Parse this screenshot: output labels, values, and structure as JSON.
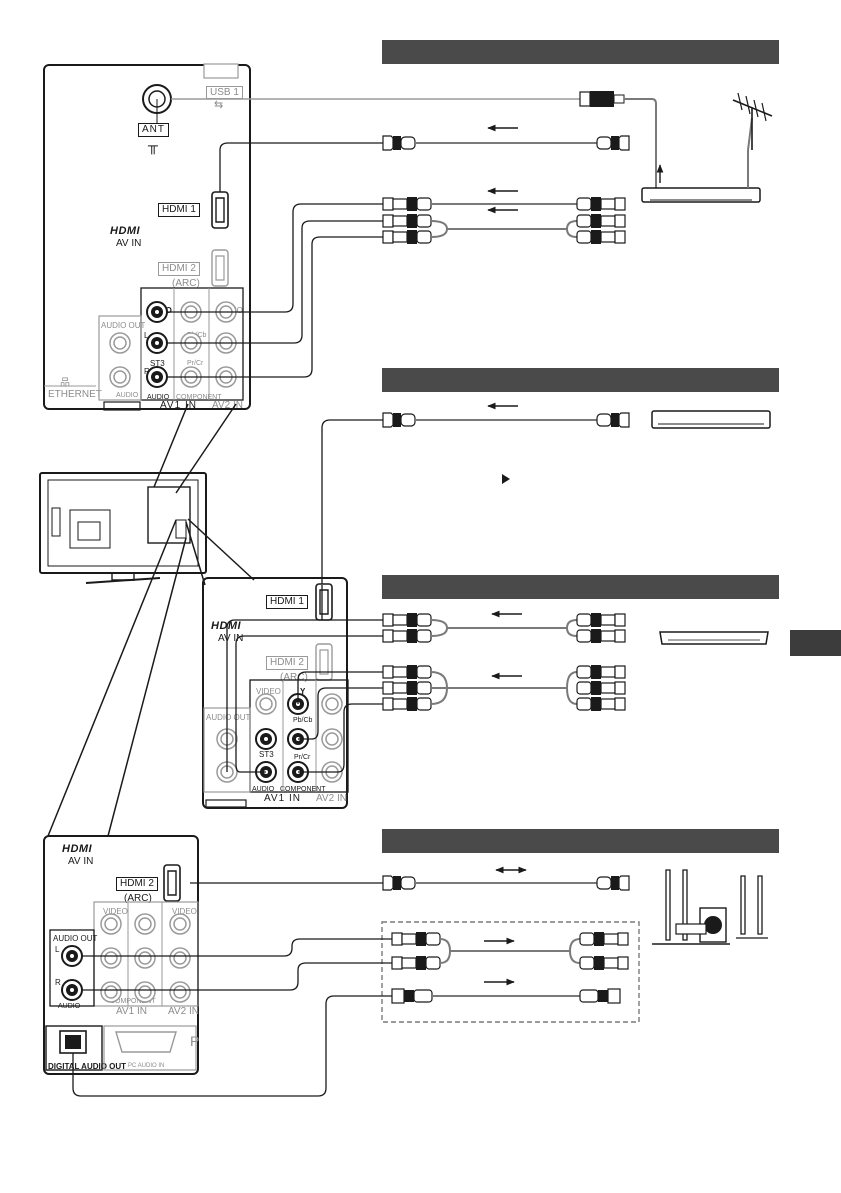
{
  "labels": {
    "usb": "USB 1",
    "ant": "ANT",
    "hdmi1": "HDMI 1",
    "hdmi2": "HDMI 2",
    "arc": "(ARC)",
    "hdmi_logo": "HDMI",
    "av_in": "AV IN",
    "video": "VIDEO",
    "y": "Y",
    "pb_cb": "Pb/Cb",
    "pr_cr": "Pr/Cr",
    "l": "L",
    "r": "R",
    "st3": "ST3",
    "audio": "AUDIO",
    "component": "COMPONENT",
    "av1_in": "AV1 IN",
    "av2_in": "AV2 IN",
    "audio_out": "AUDIO OUT",
    "ethernet": "ETHERNET",
    "digital_audio_out": "DIGITAL AUDIO OUT",
    "pc_audio_in": "PC AUDIO IN",
    "pc_letter": "P"
  },
  "colors": {
    "section_bar": "#4a4a4a",
    "line": "#1a1a1a",
    "grey_text": "#8c8c8c",
    "cable": "#7a7a7a"
  },
  "icons": {
    "usb": "usb-trident-icon",
    "ethernet": "network-icon",
    "antenna": "antenna-icon",
    "reference": "arrow-right-icon"
  }
}
